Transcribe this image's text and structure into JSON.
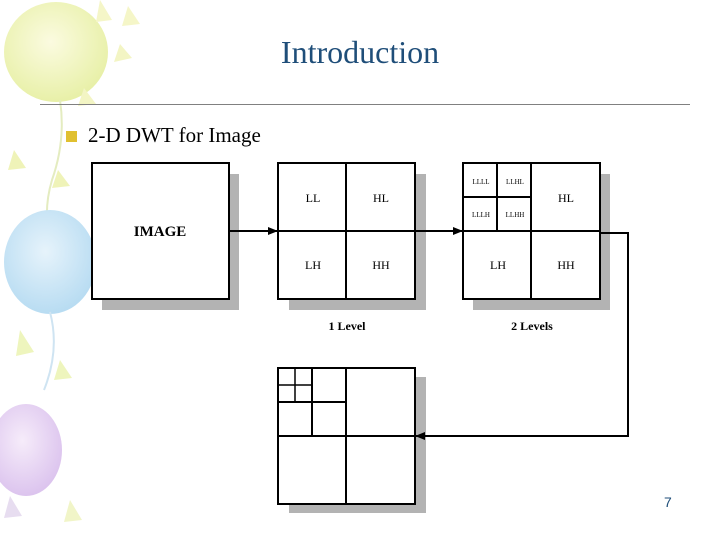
{
  "slide": {
    "title": "Introduction",
    "bullet": "2-D DWT for Image",
    "page_number": "7"
  },
  "diagram": {
    "image_label": "IMAGE",
    "level1": {
      "ll": "LL",
      "hl": "HL",
      "lh": "LH",
      "hh": "HH",
      "caption": "1 Level"
    },
    "level2": {
      "llll": "LLLL",
      "llhl": "LLHL",
      "lllh": "LLLH",
      "llhh": "LLHH",
      "hl": "HL",
      "lh": "LH",
      "hh": "HH",
      "caption": "2 Levels"
    }
  },
  "colors": {
    "title": "#1f4e79",
    "bullet": "#e0c030",
    "shadow": "#b3b3b3"
  }
}
